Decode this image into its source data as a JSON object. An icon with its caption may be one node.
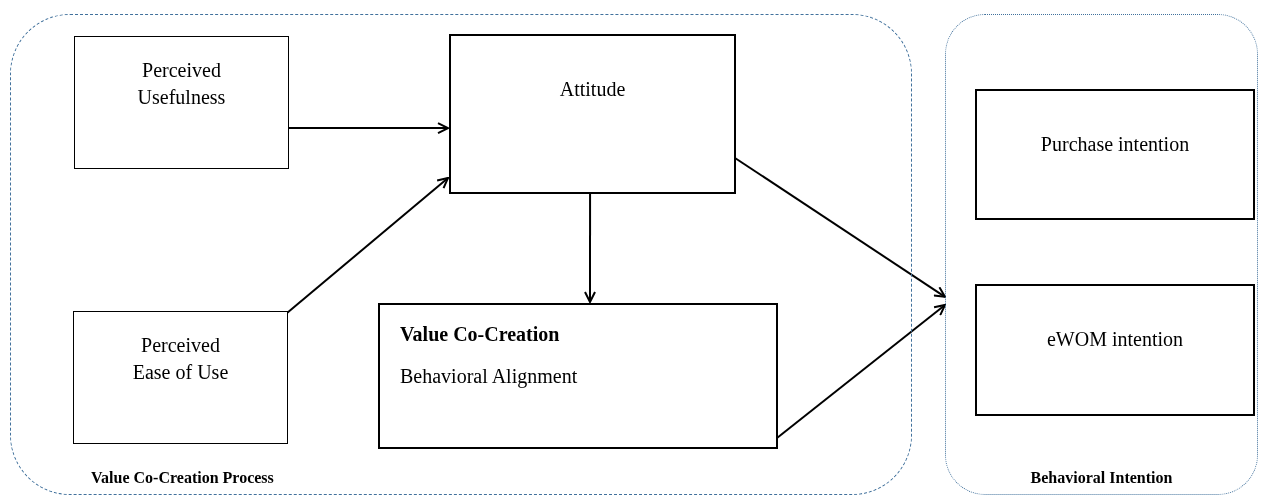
{
  "diagram": {
    "nodes": [
      {
        "text": [
          "Value Co-Creation Process"
        ]
      },
      {
        "text": [
          "Perceived Usefulness"
        ],
        "in": 0
      },
      {
        "text": [
          "Attitude"
        ],
        "in": 0
      },
      {
        "text": [
          "Perceived Ease of Use"
        ],
        "in": 0
      },
      {
        "text": [
          "Value Co-Creation",
          "Behavioral Alignment"
        ],
        "in": 0
      },
      {
        "text": [
          "Behavioral Intention"
        ]
      },
      {
        "text": [
          "Purchase intention"
        ],
        "in": 5
      },
      {
        "text": [
          "eWOM intention"
        ],
        "in": 5
      }
    ],
    "edges": [
      {
        "from": 1,
        "to": 2,
        "arrow": "to"
      },
      {
        "from": 3,
        "to": 2,
        "arrow": "to"
      },
      {
        "from": 2,
        "to": 4,
        "arrow": "to"
      },
      {
        "from": 2,
        "to": 5,
        "arrow": "to"
      },
      {
        "from": 4,
        "to": 5,
        "arrow": "to"
      }
    ]
  }
}
